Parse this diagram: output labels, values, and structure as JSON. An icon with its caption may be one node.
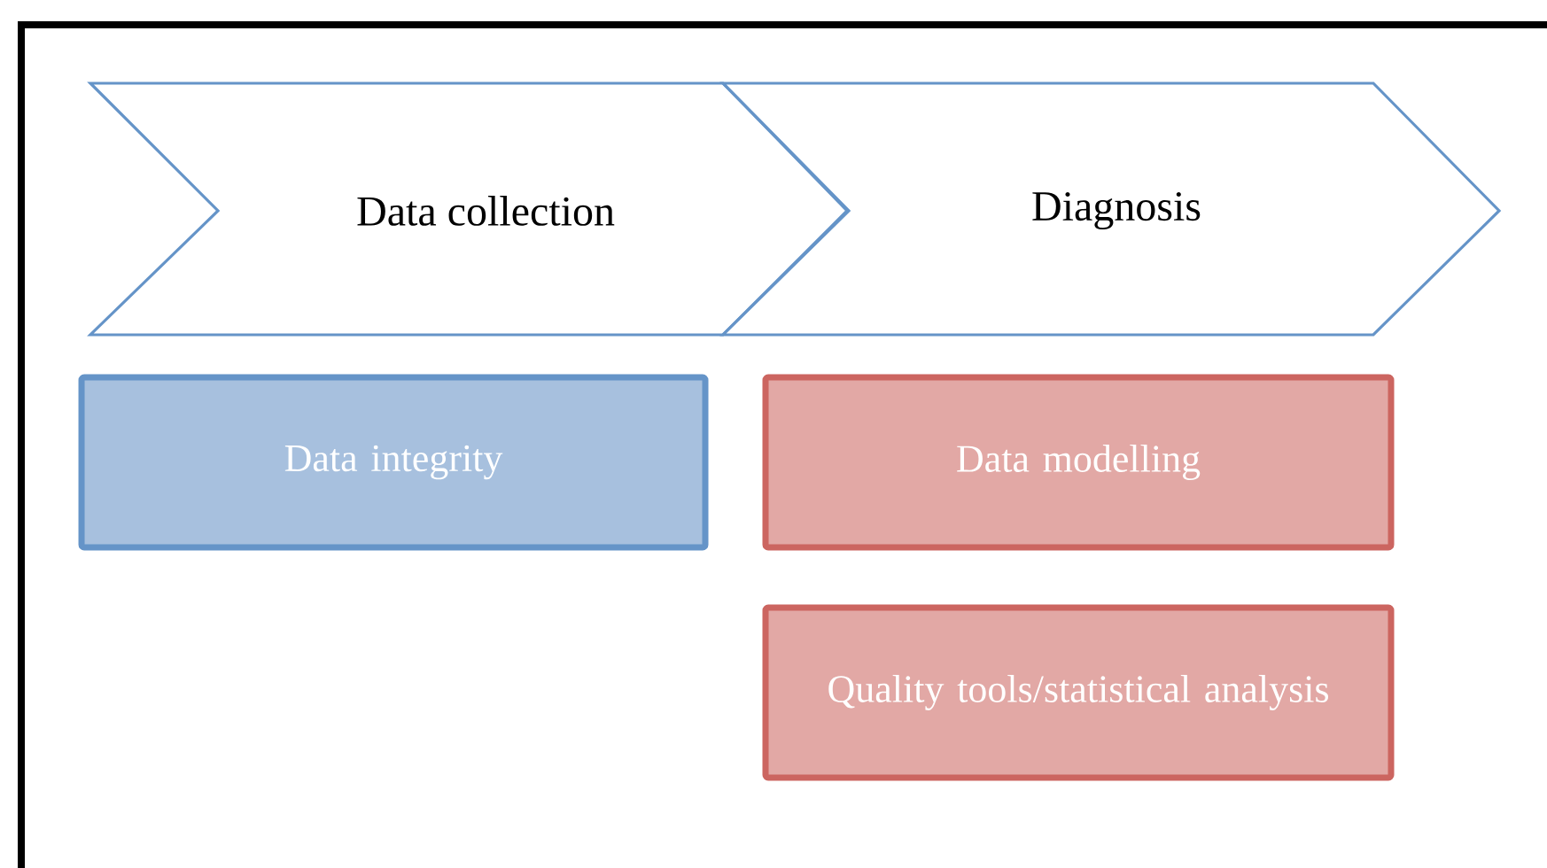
{
  "diagram": {
    "nodes": [
      {
        "text": [
          "Data collection"
        ]
      },
      {
        "text": [
          "Diagnosis"
        ]
      },
      {
        "text": [
          "Data integrity"
        ]
      },
      {
        "text": [
          "Data modelling"
        ]
      },
      {
        "text": [
          "Quality tools/statistical analysis"
        ]
      }
    ]
  }
}
